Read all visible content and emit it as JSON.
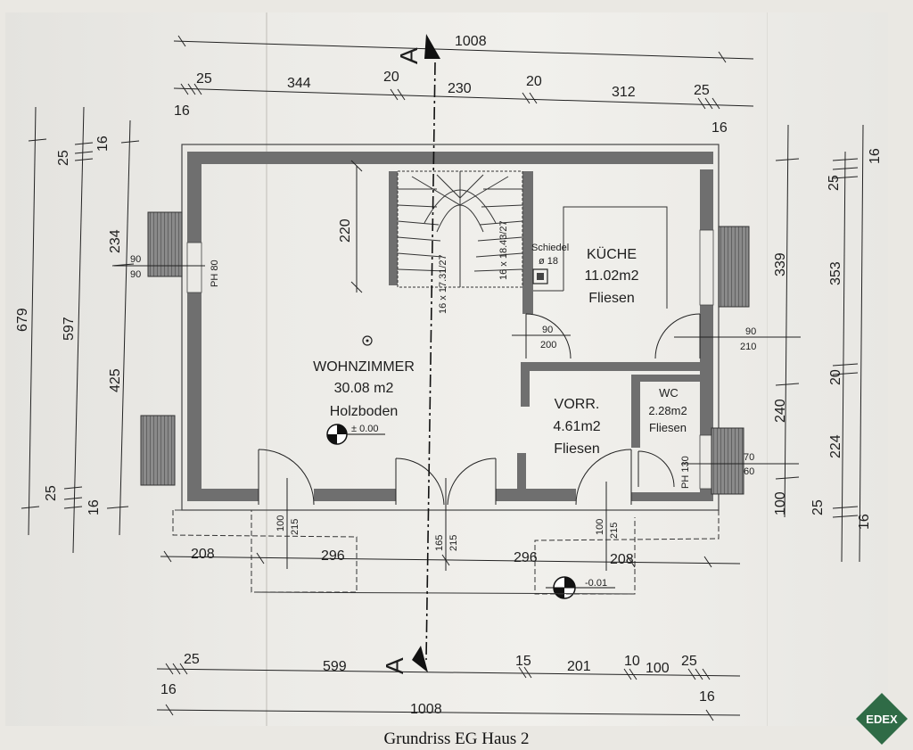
{
  "caption": "Grundriss EG Haus 2",
  "logo_text": "EDEX",
  "section_marker": "A",
  "rooms": {
    "wohnzimmer": {
      "name": "WOHNZIMMER",
      "area": "30.08 m2",
      "floor": "Holzboden"
    },
    "kueche": {
      "name": "KÜCHE",
      "area": "11.02m2",
      "floor": "Fliesen"
    },
    "vorraum": {
      "name": "VORR.",
      "area": "4.61m2",
      "floor": "Fliesen"
    },
    "wc": {
      "name": "WC",
      "area": "2.28m2",
      "floor": "Fliesen"
    }
  },
  "levels": {
    "inside": "± 0.00",
    "outside": "-0.01"
  },
  "stairs": {
    "left": "16 x 17.31/27",
    "right": "16 x 18.43/27"
  },
  "chimney": {
    "label": "Schiedel",
    "size": "ø 18"
  },
  "parapets": {
    "left": "PH 80",
    "right": "PH 130"
  },
  "dims": {
    "top_total": "1008",
    "top_row": [
      "16",
      "25",
      "344",
      "20",
      "230",
      "20",
      "312",
      "25",
      "16"
    ],
    "bottom_total": "1008",
    "bottom_row": [
      "16",
      "25",
      "599",
      "15",
      "201",
      "10",
      "100",
      "25",
      "16"
    ],
    "front_row": [
      "208",
      "296",
      "296",
      "208"
    ],
    "left_total": "679",
    "left_inner": "597",
    "left_parts": [
      "16",
      "25",
      "234",
      "425",
      "25",
      "16"
    ],
    "right_total": "353",
    "right_inner": "339",
    "right_parts": [
      "16",
      "25",
      "20",
      "240",
      "224",
      "100",
      "25",
      "16"
    ],
    "stair_depth": "220",
    "windows": {
      "left_top": [
        "90",
        "90"
      ],
      "right_top": [
        "90",
        "210"
      ],
      "right_bottom": [
        "70",
        "60"
      ],
      "kitchen_door": [
        "90",
        "200"
      ],
      "door_left": [
        "100",
        "215"
      ],
      "door_mid": [
        "165",
        "215"
      ],
      "door_right": [
        "100",
        "215"
      ]
    }
  }
}
